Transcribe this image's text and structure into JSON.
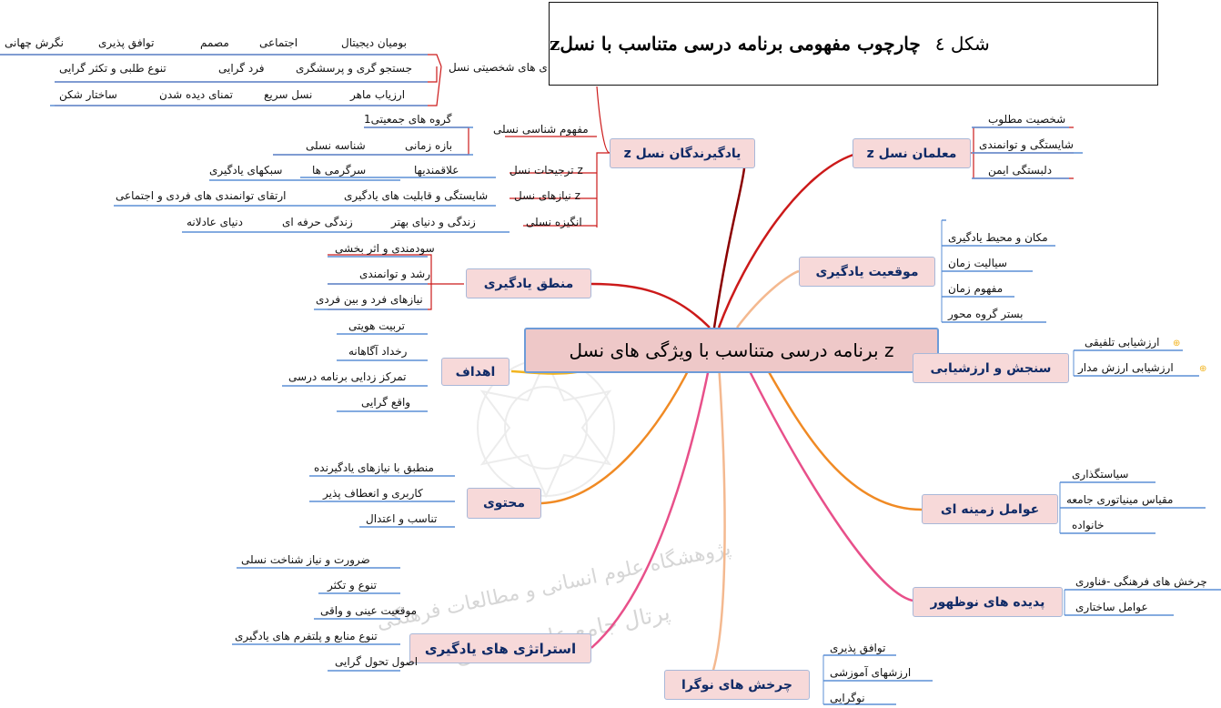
{
  "caption": {
    "figure": "شکل ٤",
    "title": "چارچوب مفهومی برنامه درسی متناسب با نسلz"
  },
  "central_topic": "z برنامه درسی متناسب با ویژگی های نسل",
  "branches": {
    "learners": {
      "title": "z یادگیرندگان نسل",
      "personality_row1": [
        "نگرش چهانی",
        "توافق پذیری",
        "مصمم",
        "اجتماعی",
        "بومیان دیجیتال"
      ],
      "personality_row2": [
        "تنوع طلبی و تکثر گرایی",
        "فرد گرایی",
        "جستجو گری و پرسشگری"
      ],
      "personality_row3": [
        "ساختار شکن",
        "تمنای دیده شدن",
        "نسل سریع",
        "ارزیاب ماهر"
      ],
      "personality_label": "ی های شخصیتی نسل",
      "sub1": "مفهوم شناسی نسلی",
      "sub1_children": [
        "گروه های جمعیتی1",
        "بازه زمانی",
        "شناسه نسلی"
      ],
      "sub2": "z ترجیحات نسل",
      "sub2_children": [
        "علاقمندیها",
        "سرگرمی ها",
        "سبکهای یادگیری"
      ],
      "sub3": "z نیازهای نسل",
      "sub3_children": [
        "شایستگی و قابلیت های یادگیری",
        "ارتقای توانمندی های فردی و اجتماعی"
      ],
      "sub4": "انگیزه نسلی",
      "sub4_children": [
        "زندگی و دنیای بهتر",
        "زندگی حرفه ای",
        "دنیای عادلانه"
      ]
    },
    "logic": {
      "title": "منطق یادگیری",
      "children": [
        "سودمندی و اثر بخشی",
        "رشد و توانمندی",
        "نیازهای فرد و بین فردی"
      ]
    },
    "goals": {
      "title": "اهداف",
      "children": [
        "تربیت هویتی",
        "رخداد آگاهانه",
        "تمرکز زدایی برنامه درسی",
        "واقع گرایی"
      ]
    },
    "content": {
      "title": "محتوی",
      "children": [
        "منطبق با نیازهای یادگیرنده",
        "کاربری و انعطاف پذیر",
        "تناسب و اعتدال"
      ]
    },
    "strategies": {
      "title": "استراتژی های یادگیری",
      "children": [
        "ضرورت و نیاز شناخت نسلی",
        "تنوع و تکثر",
        "موقعیت عینی و واقی",
        "تنوع منابع و پلتفرم های یادگیری",
        "اصول تحول گرایی"
      ]
    },
    "new_cycles": {
      "title": "چرخش های نوگرا",
      "children": [
        "توافق پذیری",
        "ارزشهای آموزشی",
        "نوگرایی"
      ]
    },
    "teachers": {
      "title": "z معلمان نسل",
      "children": [
        "شخصیت مطلوب",
        "شایستگی و توانمندی",
        "دلبستگی ایمن"
      ]
    },
    "situation": {
      "title": "موقعیت یادگیری",
      "children": [
        "مکان و محیط یادگیری",
        "سیالیت زمان",
        "مفهوم زمان",
        "بستر گروه محور"
      ]
    },
    "assessment": {
      "title": "سنجش و ارزشیابی",
      "children": [
        "ارزشیابی تلفیقی",
        "ارزشیابی ارزش مدار"
      ]
    },
    "context": {
      "title": "عوامل زمینه ای",
      "children": [
        "سیاستگذاری",
        "مقیاس مینیاتوری جامعه",
        "خانواده"
      ]
    },
    "emerging": {
      "title": "پدیده های نوظهور",
      "children": [
        "چرخش های فرهنگی -فناوری",
        "عوامل ساختاری"
      ]
    }
  },
  "watermark": {
    "line1": "پژوهشگاه علوم انسانی و مطالعات فرهنگی",
    "line2": "پرتال جامع علوم انسانی"
  },
  "colors": {
    "box_fill": "#f7d9d9",
    "box_border": "#a9b8d8",
    "central_border": "#6d9bd8",
    "underline": "#5b8fd6",
    "branch_dark_red": "#8b0000",
    "branch_red": "#cc1a1a",
    "branch_orange": "#f08a24",
    "branch_yellow": "#f2b420",
    "branch_pink": "#e8508a",
    "branch_peach": "#f4b990"
  }
}
